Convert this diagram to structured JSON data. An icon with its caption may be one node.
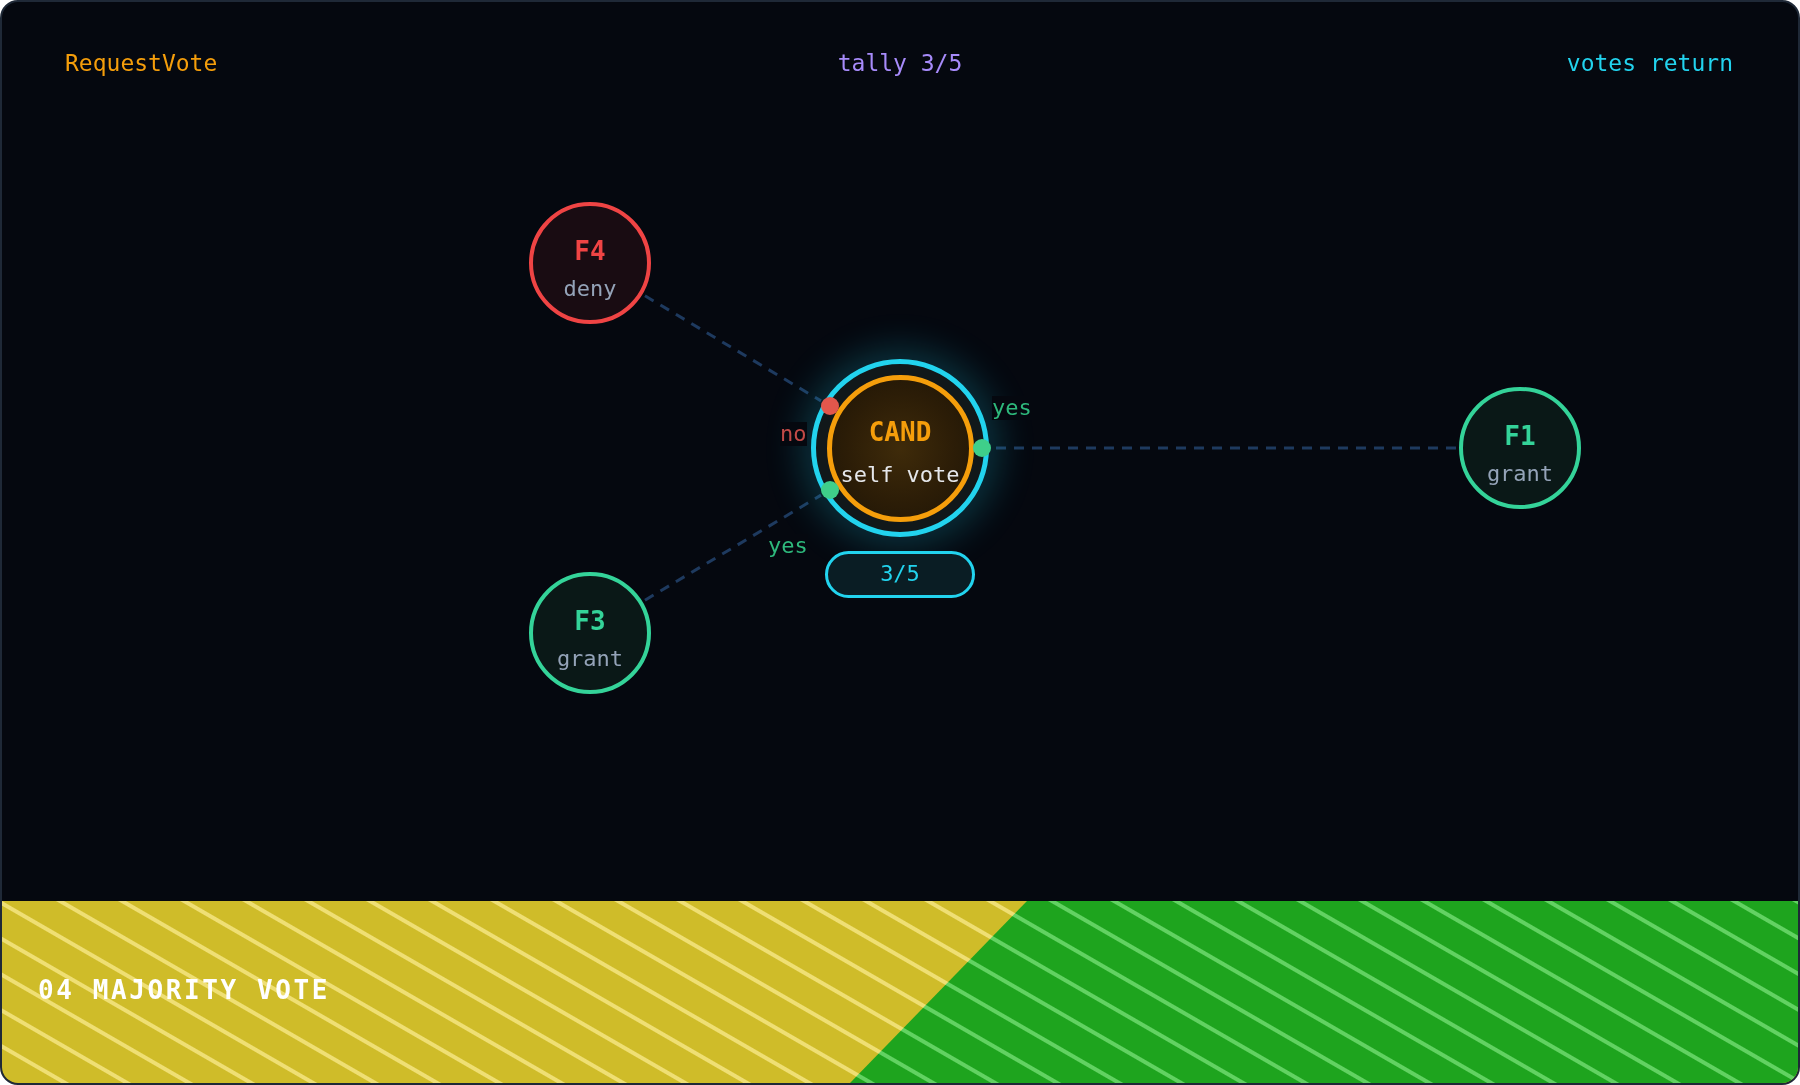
{
  "diagram": {
    "title": "04 MAJORITY VOTE",
    "nodes": [
      {
        "text": [
          "F4",
          "deny"
        ]
      },
      {
        "text": [
          "CAND",
          "self vote"
        ]
      },
      {
        "text": [
          "F1",
          "grant"
        ]
      },
      {
        "text": [
          "3/5"
        ]
      },
      {
        "text": [
          "F3",
          "grant"
        ]
      }
    ],
    "edges": [
      {
        "from": 0,
        "to": 1,
        "arrow": "none",
        "label": "no",
        "style": "dashed"
      },
      {
        "from": 2,
        "to": 1,
        "arrow": "none",
        "label": "yes",
        "style": "dashed"
      },
      {
        "from": 4,
        "to": 1,
        "arrow": "none",
        "label": "yes",
        "style": "dashed"
      }
    ],
    "labels": [
      "RequestVote",
      "tally 3/5",
      "votes return"
    ]
  }
}
